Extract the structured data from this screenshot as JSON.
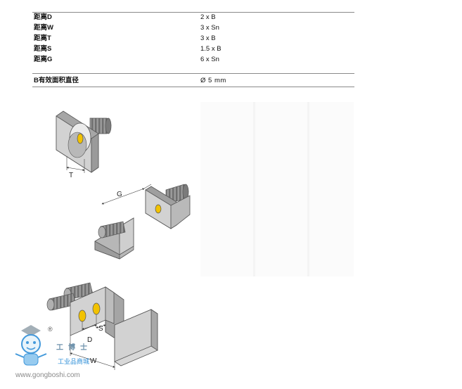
{
  "spec_table": {
    "rows": [
      {
        "label": "距离D",
        "value": "2 x B"
      },
      {
        "label": "距离W",
        "value": "3 x Sn"
      },
      {
        "label": "距离T",
        "value": "3 x B"
      },
      {
        "label": "距离S",
        "value": "1.5 x B"
      },
      {
        "label": "距离G",
        "value": "6 x Sn"
      }
    ],
    "diameter_row": {
      "label": "B有效面积直径",
      "value": "Ø  5  mm"
    }
  },
  "diagram_labels": {
    "t": "T",
    "g": "G",
    "d": "D",
    "s": "S",
    "w": "W"
  },
  "watermark": {
    "registered": "®",
    "brand": "工博士",
    "tagline": "工业品商城",
    "url": "www.gongboshi.com"
  },
  "colors": {
    "plate_face": "#d2d2d2",
    "plate_side": "#a6a6a6",
    "screw": "#8f8f8f",
    "sensor_yellow": "#f2c200",
    "rule": "#8a8a8a",
    "watermark_blue": "#2f8fd8"
  }
}
